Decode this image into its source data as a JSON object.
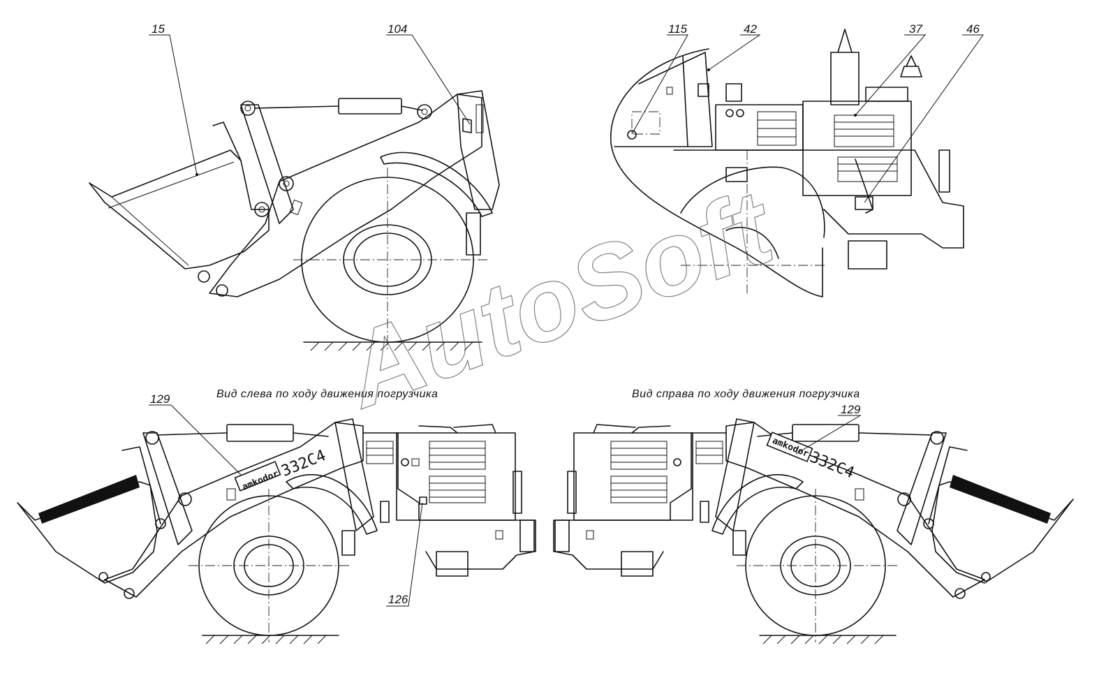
{
  "callouts": {
    "c15": "15",
    "c104": "104",
    "c115": "115",
    "c42": "42",
    "c37": "37",
    "c46": "46",
    "c129_left": "129",
    "c129_right": "129",
    "c126": "126"
  },
  "captions": {
    "left_view": "Вид слева по ходу движения погрузчика",
    "right_view": "Вид справа по ходу движения погрузчика"
  },
  "decal": {
    "brand": "amkodor",
    "model": "332C4"
  },
  "watermark": "AutoSoft",
  "colors": {
    "line": "#111111",
    "background": "#ffffff",
    "watermark": "#555555"
  }
}
